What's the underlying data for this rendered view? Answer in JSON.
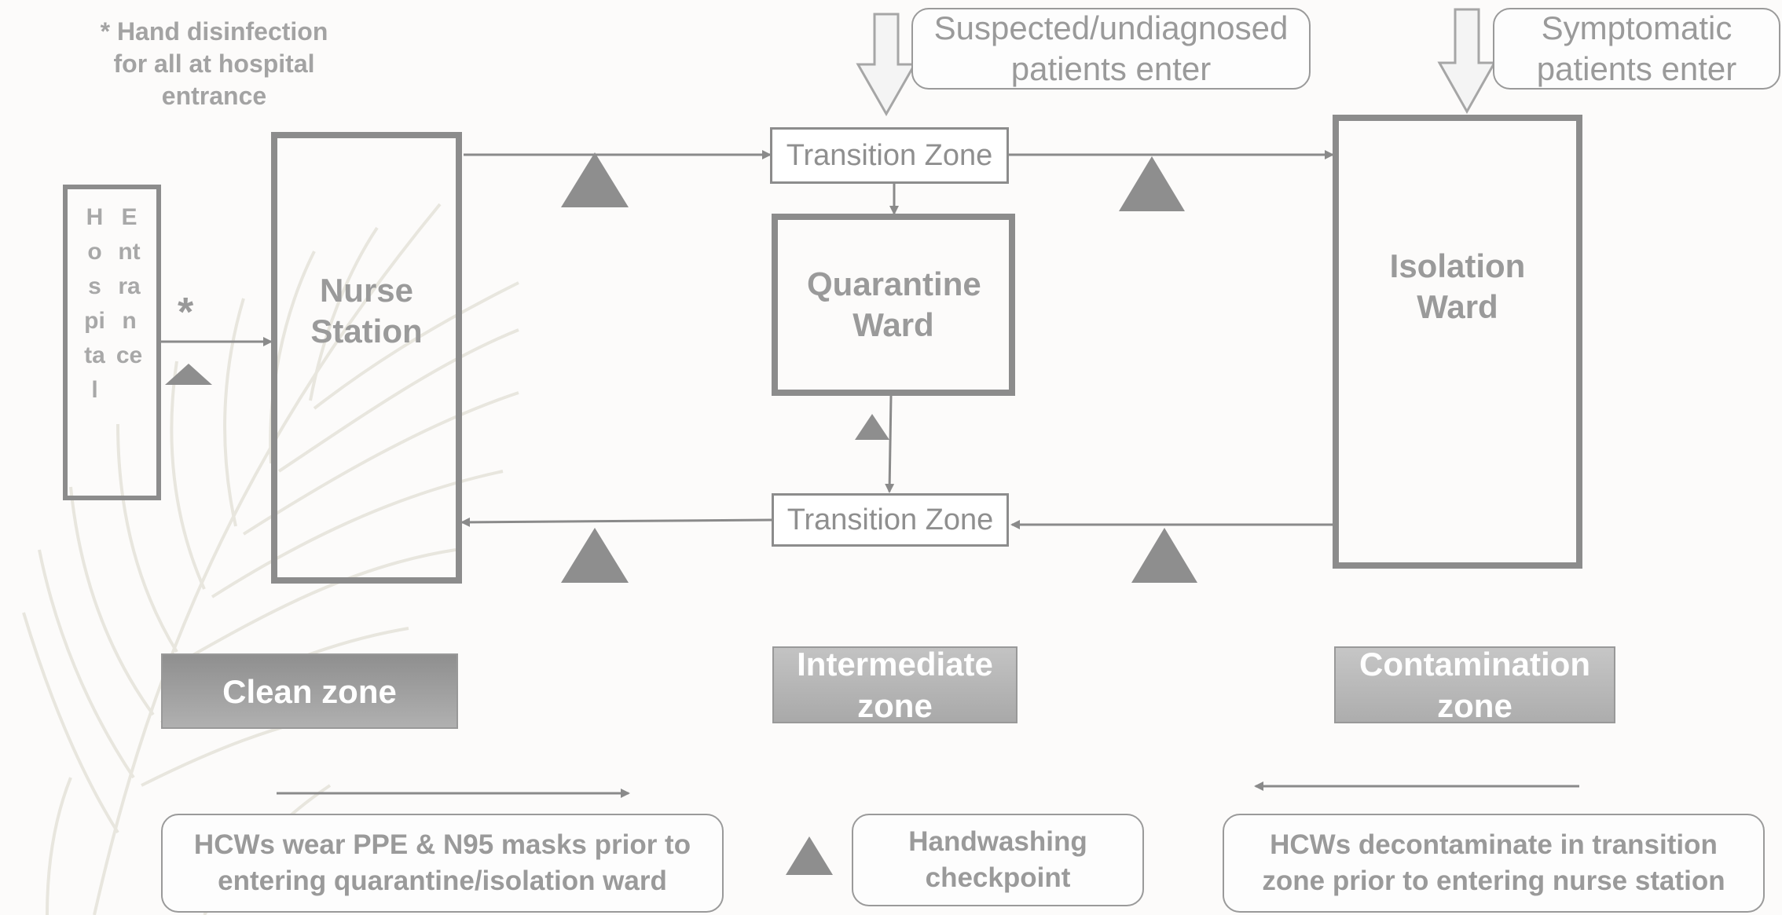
{
  "entrance_note": "* Hand disinfection for all at hospital entrance",
  "hospital_entrance": {
    "word1": "Hospital",
    "word2": "Entrance"
  },
  "asterisk": "*",
  "nurse_station": "Nurse Station",
  "quarantine_ward": "Quarantine Ward",
  "isolation_ward": "Isolation Ward",
  "transition_zone_top": "Transition Zone",
  "transition_zone_bottom": "Transition Zone",
  "entry_suspected": "Suspected/undiagnosed patients enter",
  "entry_symptomatic": "Symptomatic patients enter",
  "zones": {
    "clean": "Clean zone",
    "intermediate": "Intermediate zone",
    "contamination": "Contamination zone"
  },
  "legend": {
    "ppe": "HCWs wear PPE & N95 masks prior to entering quarantine/isolation ward",
    "handwashing": "Handwashing checkpoint",
    "decontaminate": "HCWs decontaminate in transition zone prior to entering nurse station"
  },
  "colors": {
    "line": "#8a8a8a",
    "triangle": "#8e8e8e",
    "clean_zone": "#9c9c9c",
    "intermediate_zone": "#b4b4b4",
    "contamination_zone": "#b8b8b8"
  }
}
